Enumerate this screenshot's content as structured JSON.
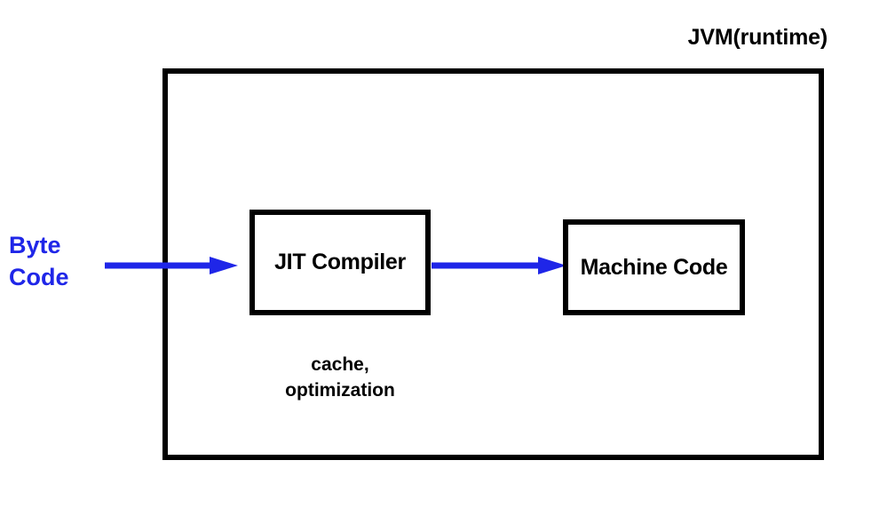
{
  "diagram": {
    "title": "JVM(runtime)",
    "background_color": "#ffffff",
    "accent_color": "#1f26e8",
    "line_color": "#000000",
    "source": {
      "label_line1": "Byte",
      "label_line2": "Code",
      "color": "#1f26e8"
    },
    "nodes": [
      {
        "id": "jit-compiler",
        "label": "JIT Compiler"
      },
      {
        "id": "machine-code",
        "label": "Machine Code"
      }
    ],
    "note": {
      "line1": "cache,",
      "line2": "optimization"
    },
    "arrows": [
      {
        "id": "bytecode-to-jit",
        "from": "Byte Code",
        "to": "JIT Compiler",
        "color": "#1f26e8"
      },
      {
        "id": "jit-to-machine",
        "from": "JIT Compiler",
        "to": "Machine Code",
        "color": "#1f26e8"
      }
    ]
  }
}
